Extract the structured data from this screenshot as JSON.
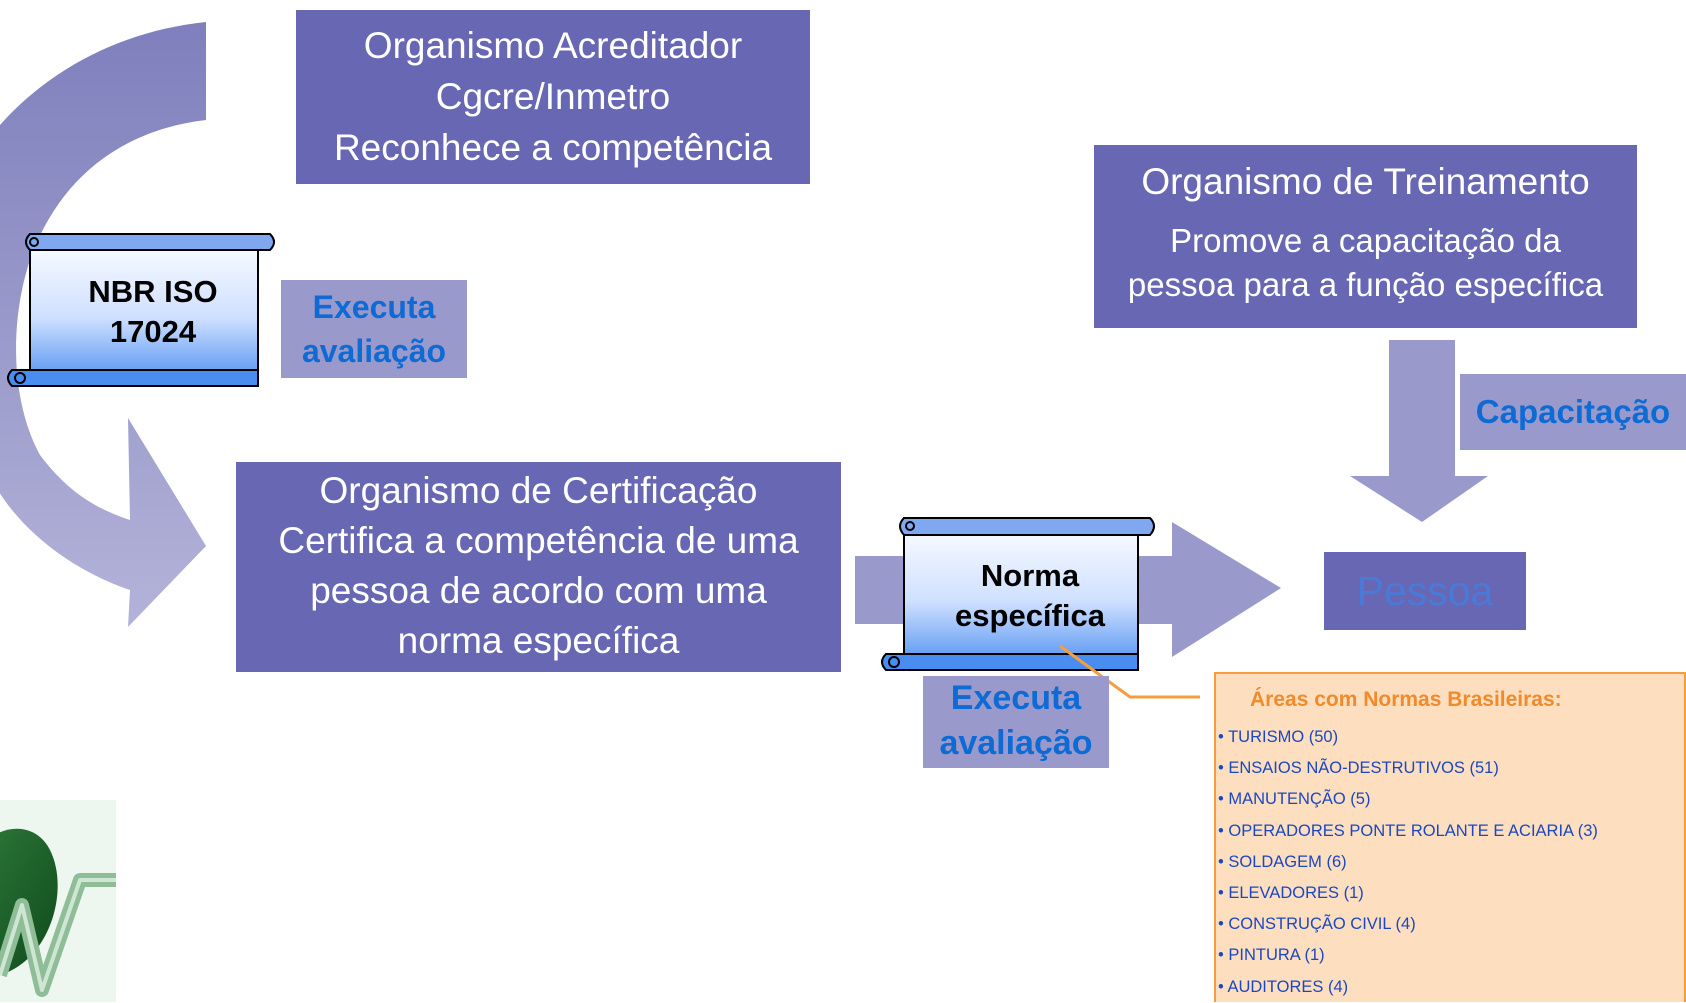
{
  "accreditor": {
    "lines": [
      "Organismo Acreditador",
      "Cgcre/Inmetro",
      "Reconhece a competência"
    ]
  },
  "iso_scroll": {
    "lines": [
      "NBR ISO",
      "17024"
    ]
  },
  "evaluation_label_1": {
    "lines": [
      "Executa",
      "avaliação"
    ]
  },
  "certification": {
    "lines": [
      "Organismo de Certificação",
      "Certifica a competência de uma",
      "pessoa de acordo com uma",
      "norma específica"
    ]
  },
  "standard_scroll": {
    "lines": [
      "Norma",
      "específica"
    ]
  },
  "evaluation_label_2": {
    "lines": [
      "Executa",
      "avaliação"
    ]
  },
  "training": {
    "title": "Organismo de Treinamento",
    "lines": [
      "Promove a capacitação da",
      "pessoa para a função específica"
    ]
  },
  "training_label": "Capacitação",
  "person": "Pessoa",
  "areas": {
    "title": "Áreas com Normas Brasileiras:",
    "bullet": "•",
    "items": [
      "TURISMO (50)",
      "ENSAIOS NÃO-DESTRUTIVOS (51)",
      "MANUTENÇÃO (5)",
      "OPERADORES PONTE ROLANTE E ACIARIA (3)",
      "SOLDAGEM (6)",
      "ELEVADORES (1)",
      "CONSTRUÇÃO CIVIL (4)",
      "PINTURA (1)",
      "AUDITORES (4)"
    ]
  },
  "colors": {
    "box": "#6767b3",
    "label_bg": "#9999cc",
    "label_text": "#0f6bd4",
    "arrow": "#9999cc",
    "areas_bg": "#fddfbf",
    "areas_border": "#f79d3f"
  }
}
